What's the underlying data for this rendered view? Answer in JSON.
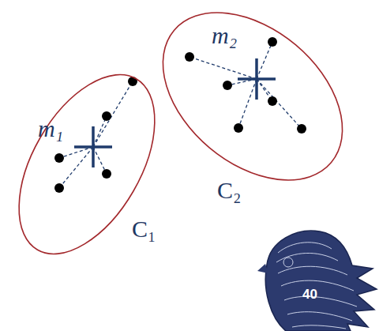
{
  "diagram": {
    "nodes": [
      {
        "text": [
          "m₁",
          "C₁"
        ]
      },
      {
        "text": [
          "m₂",
          "C₂"
        ]
      }
    ],
    "labels": [
      "40"
    ]
  }
}
